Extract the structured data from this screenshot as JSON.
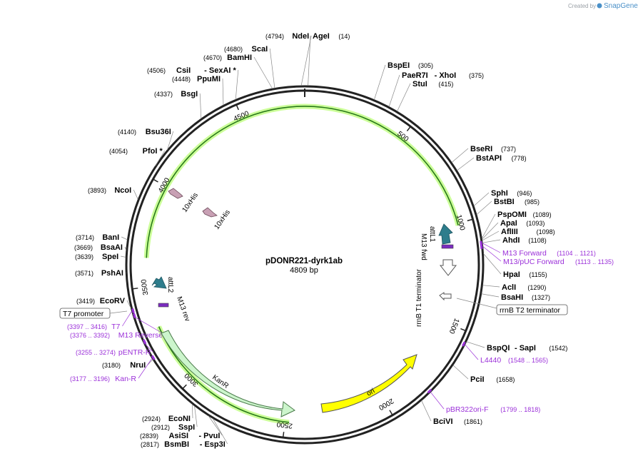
{
  "plasmid": {
    "name": "pDONR221-dyrk1ab",
    "length_label": "4809 bp",
    "length": 4809
  },
  "credit": {
    "prefix": "Created by",
    "brand": "SnapGene"
  },
  "ticks": [
    {
      "label": "500",
      "pos": 500
    },
    {
      "label": "1000",
      "pos": 1000
    },
    {
      "label": "1500",
      "pos": 1500
    },
    {
      "label": "2000",
      "pos": 2000
    },
    {
      "label": "2500",
      "pos": 2500
    },
    {
      "label": "3000",
      "pos": 3000
    },
    {
      "label": "3500",
      "pos": 3500
    },
    {
      "label": "4000",
      "pos": 4000
    },
    {
      "label": "4500",
      "pos": 4500
    }
  ],
  "enzymes_right": [
    {
      "name": "AgeI",
      "pos_text": "(14)",
      "site": 14
    },
    {
      "name": "BspEI",
      "pos_text": "(305)",
      "site": 305
    },
    {
      "name": "PaeR7I",
      "extra": "- XhoI",
      "pos_text": "(375)",
      "site": 375
    },
    {
      "name": "StuI",
      "pos_text": "(415)",
      "site": 415
    },
    {
      "name": "BseRI",
      "pos_text": "(737)",
      "site": 737
    },
    {
      "name": "BstAPI",
      "pos_text": "(778)",
      "site": 778
    },
    {
      "name": "SphI",
      "pos_text": "(946)",
      "site": 946
    },
    {
      "name": "BstBI",
      "pos_text": "(985)",
      "site": 985
    },
    {
      "name": "PspOMI",
      "pos_text": "(1089)",
      "site": 1089
    },
    {
      "name": "ApaI",
      "pos_text": "(1093)",
      "site": 1093
    },
    {
      "name": "AflIII",
      "pos_text": "(1098)",
      "site": 1098
    },
    {
      "name": "AhdI",
      "pos_text": "(1108)",
      "site": 1108
    },
    {
      "name": "HpaI",
      "pos_text": "(1155)",
      "site": 1155
    },
    {
      "name": "AclI",
      "pos_text": "(1290)",
      "site": 1290
    },
    {
      "name": "BsaHI",
      "pos_text": "(1327)",
      "site": 1327
    },
    {
      "name": "BspQI",
      "extra": "- SapI",
      "pos_text": "(1542)",
      "site": 1542
    },
    {
      "name": "PciI",
      "pos_text": "(1658)",
      "site": 1658
    },
    {
      "name": "BciVI",
      "pos_text": "(1861)",
      "site": 1861
    }
  ],
  "enzymes_left": [
    {
      "name": "NdeI",
      "pos_text": "(4794)",
      "site": 4794
    },
    {
      "name": "ScaI",
      "pos_text": "(4680)",
      "site": 4680
    },
    {
      "name": "BamHI",
      "pos_text": "(4670)",
      "site": 4670
    },
    {
      "name": "CsiI",
      "extra": "- SexAI *",
      "pos_text": "(4506)",
      "site": 4506
    },
    {
      "name": "PpuMI",
      "pos_text": "(4448)",
      "site": 4448
    },
    {
      "name": "BsgI",
      "pos_text": "(4337)",
      "site": 4337
    },
    {
      "name": "Bsu36I",
      "pos_text": "(4140)",
      "site": 4140
    },
    {
      "name": "PfoI *",
      "pos_text": "(4054)",
      "site": 4054
    },
    {
      "name": "NcoI",
      "pos_text": "(3893)",
      "site": 3893
    },
    {
      "name": "BanI",
      "pos_text": "(3714)",
      "site": 3714
    },
    {
      "name": "BsaAI",
      "pos_text": "(3669)",
      "site": 3669
    },
    {
      "name": "SpeI",
      "pos_text": "(3639)",
      "site": 3639
    },
    {
      "name": "PshAI",
      "pos_text": "(3571)",
      "site": 3571
    },
    {
      "name": "EcoRV",
      "pos_text": "(3419)",
      "site": 3419
    },
    {
      "name": "NruI",
      "pos_text": "(3180)",
      "site": 3180
    },
    {
      "name": "EcoNI",
      "pos_text": "(2924)",
      "site": 2924
    },
    {
      "name": "SspI",
      "pos_text": "(2912)",
      "site": 2912
    },
    {
      "name": "AsiSI",
      "extra": "- PvuI",
      "pos_text": "(2839)",
      "site": 2839
    },
    {
      "name": "BsmBI",
      "extra": "- Esp3I",
      "pos_text": "(2817)",
      "site": 2817
    }
  ],
  "primers": [
    {
      "name": "M13 Forward",
      "pos_text": "(1104 .. 1121)",
      "site": 1110,
      "side": "right"
    },
    {
      "name": "M13/pUC Forward",
      "pos_text": "(1113 .. 1135)",
      "site": 1124,
      "side": "right"
    },
    {
      "name": "L4440",
      "pos_text": "(1548 .. 1565)",
      "site": 1556,
      "side": "right"
    },
    {
      "name": "pBR322ori-F",
      "pos_text": "(1799 .. 1818)",
      "site": 1808,
      "side": "right"
    },
    {
      "name": "T7",
      "pos_text": "(3397 .. 3416)",
      "site": 3406,
      "side": "left"
    },
    {
      "name": "M13 Reverse",
      "pos_text": "(3376 .. 3392)",
      "site": 3384,
      "side": "left"
    },
    {
      "name": "pENTR-R",
      "pos_text": "(3255 .. 3274)",
      "site": 3264,
      "side": "left"
    },
    {
      "name": "Kan-R",
      "pos_text": "(3177 .. 3196)",
      "site": 3186,
      "side": "left"
    }
  ],
  "features": [
    {
      "name": "KanR",
      "start": 2560,
      "end": 3270,
      "color": "#ccf5cc"
    },
    {
      "name": "ori",
      "start": 1750,
      "end": 2340,
      "color": "#ffff00"
    },
    {
      "name": "attL1",
      "color": "#2e7d8c"
    },
    {
      "name": "attL2",
      "color": "#2e7d8c"
    },
    {
      "name": "M13 fwd",
      "color": "#7b2cbf"
    },
    {
      "name": "M13 rev",
      "color": "#7b2cbf"
    },
    {
      "name": "10xHis",
      "color": "#c8a0b4"
    },
    {
      "name": "rrnB T1 terminator",
      "color": "#ffffff"
    }
  ],
  "boxed_labels": {
    "t7_promoter": "T7 promoter",
    "rrnb_t2": "rrnB T2 terminator"
  },
  "colors": {
    "backbone": "#222222",
    "green_arc": "#2a7a1a",
    "green_glow": "#ccff99",
    "primer": "#9b30d9",
    "leader_line": "#888888"
  }
}
